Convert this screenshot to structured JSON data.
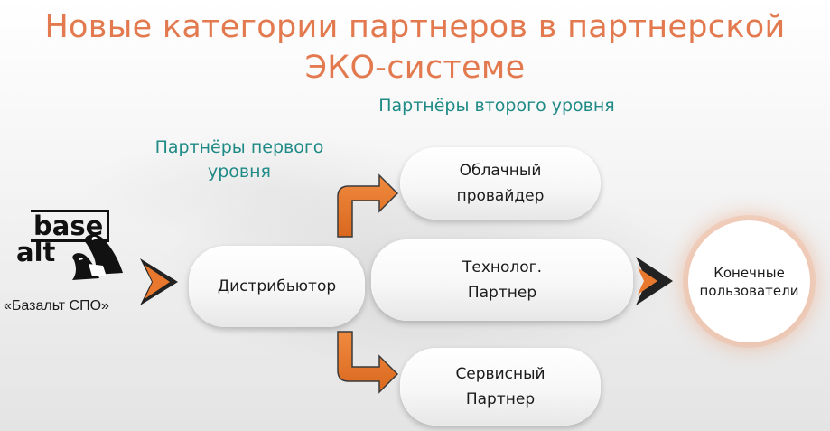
{
  "title_line1": "Новые категории партнеров в партнерской",
  "title_line2": "ЭКО-системе",
  "labels": {
    "second_level": "Партнёры второго уровня",
    "first_level": "Партнёры первого\nуровня"
  },
  "logo": {
    "base": "base",
    "alt": "alt",
    "caption": "«Базальт СПО»"
  },
  "nodes": {
    "distributor": "Дистрибьютор",
    "cloud": "Облачный\nпровайдер",
    "tech": "Технолог.\nПартнер",
    "service": "Сервисный\nПартнер",
    "end_users": "Конечные\nпользователи"
  },
  "colors": {
    "title": "#e37a4f",
    "label": "#1f8a86",
    "arrow": "#e8782e"
  }
}
